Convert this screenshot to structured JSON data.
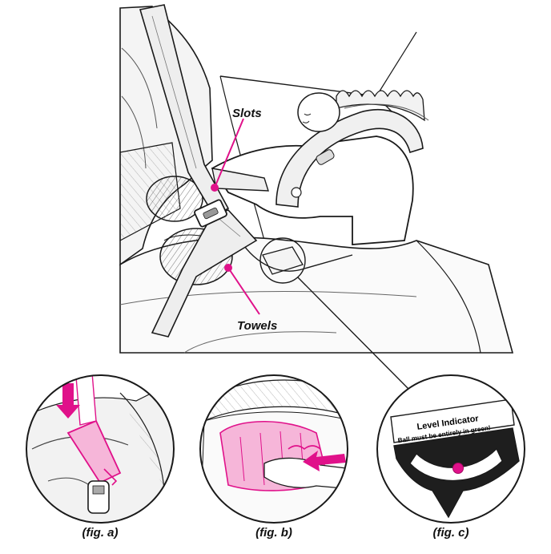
{
  "callouts": {
    "slots": "Slots",
    "towels": "Towels"
  },
  "level_indicator": {
    "title": "Level Indicator",
    "instruction": "Ball must be entirely in green!"
  },
  "captions": {
    "fig_a": "(fig. a)",
    "fig_b": "(fig. b)",
    "fig_c": "(fig. c)"
  },
  "colors": {
    "accent": "#e0118a",
    "accent_light": "#f6b6d9",
    "line": "#1a1a1a"
  }
}
